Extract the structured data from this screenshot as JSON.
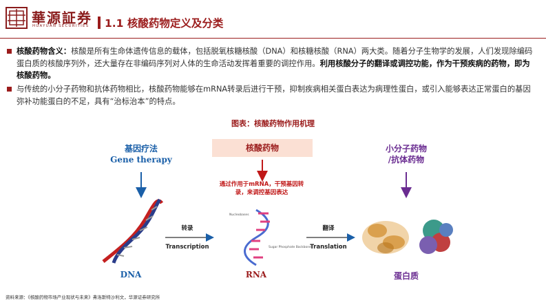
{
  "header": {
    "logo_cn": "華源証券",
    "logo_en": "HUAYUAN SECURITIES",
    "title": "1.1 核酸药物定义及分类"
  },
  "bullets": [
    {
      "bold_prefix": "核酸药物含义：",
      "text": "核酸是所有生命体遗传信息的载体，包括脱氧核糖核酸（DNA）和核糖核酸（RNA）两大类。随着分子生物学的发展，人们发现除编码蛋白质的核酸序列外，还大量存在非编码序列对人体的生命活动发挥着重要的调控作用。",
      "bold_suffix": "利用核酸分子的翻译或调控功能，作为干预疾病的药物，即为核酸药物。"
    },
    {
      "text": "与传统的小分子药物和抗体药物相比，核酸药物能够在mRNA转录后进行干预，抑制疾病相关蛋白表达为病理性蛋白，或引入能够表达正常蛋白的基因弥补功能蛋白的不足，具有“治标治本”的特点。"
    }
  ],
  "figure": {
    "title": "图表：核酸药物作用机理",
    "gene_therapy_cn": "基因疗法",
    "gene_therapy_en": "Gene therapy",
    "nucleic_drug": "核酸药物",
    "small_molecule": "小分子药物\n/抗体药物",
    "mechanism_note": "通过作用于mRNA，干预基因转录，来调控基因表达",
    "transcription_cn": "转录",
    "transcription_en": "Transcription",
    "translation_cn": "翻译",
    "translation_en": "Translation",
    "rna_annot_top": "Nucleobases",
    "rna_annot_mid": "Sugar Phosphate Backbone",
    "dna_label": "DNA",
    "rna_label": "RNA",
    "protein_label": "蛋白质"
  },
  "source": "资料来源：《核酸药物市场产业现状与未来》弗洛斯特沙利文，华源证券研究所",
  "colors": {
    "brand": "#9b1c1c",
    "blue": "#1a5fa8",
    "purple": "#6a2c91"
  }
}
